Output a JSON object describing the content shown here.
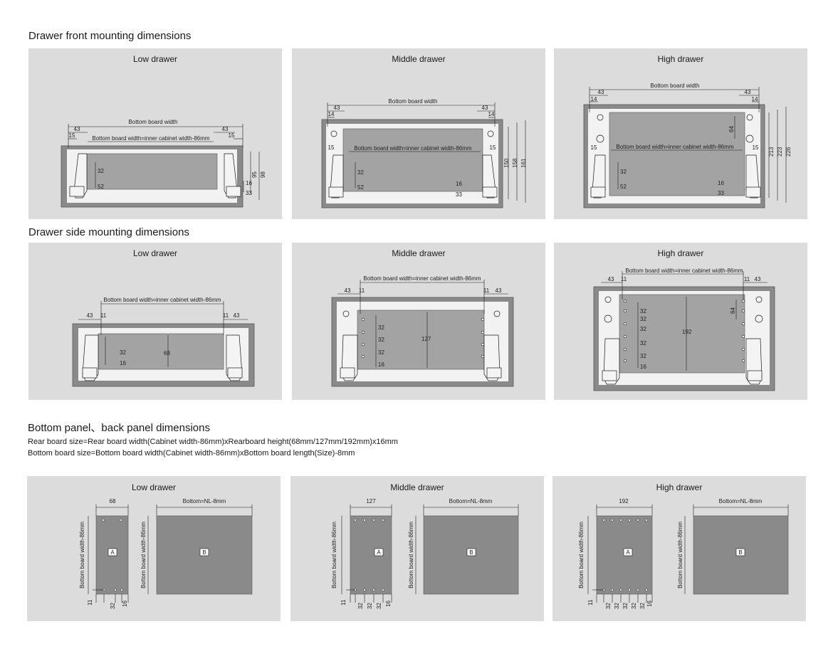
{
  "sections": {
    "front_title": "Drawer front mounting dimensions",
    "side_title": "Drawer side mounting dimensions",
    "bottom_title": "Bottom panel、back panel dimensions",
    "formula_rear": "Rear board size=Rear board width(Cabinet width-86mm)xRearboard height(68mm/127mm/192mm)x16mm",
    "formula_bottom": "Bottom board size=Bottom board width(Cabinet width-86mm)xBottom board length(Size)-8mm"
  },
  "front": {
    "low": {
      "title": "Low drawer",
      "bbw": "Bottom board width",
      "inner": "Bottom board width=inner cabinet width-86mm",
      "d43": "43",
      "d15": "15",
      "d32": "32",
      "d52": "52",
      "d16": "16",
      "d33": "33",
      "d95": "95",
      "d98": "98"
    },
    "mid": {
      "title": "Middle drawer",
      "bbw": "Bottom board width",
      "inner": "Bottom board width=inner cabinet width-86mm",
      "d43": "43",
      "d14": "14",
      "d15": "15",
      "d32": "32",
      "d52": "52",
      "d16": "16",
      "d33": "33",
      "d150": "150",
      "d158": "158",
      "d161": "161"
    },
    "high": {
      "title": "High drawer",
      "bbw": "Bottom board width",
      "inner": "Bottom board width=inner cabinet width-86mm",
      "d43": "43",
      "d14": "14",
      "d15": "15",
      "d64": "64",
      "d32": "32",
      "d52": "52",
      "d16": "16",
      "d33": "33",
      "d213": "213",
      "d223": "223",
      "d226": "226"
    }
  },
  "side": {
    "low": {
      "title": "Low drawer",
      "inner": "Bottom board width=inner cabinet width-86mm",
      "d43": "43",
      "d11": "11",
      "d32": "32",
      "d16": "16",
      "d68": "68"
    },
    "mid": {
      "title": "Middle drawer",
      "inner": "Bottom board width=inner cabinet width-86mm",
      "d43": "43",
      "d11": "11",
      "d32": "32",
      "d16": "16",
      "d127": "127"
    },
    "high": {
      "title": "High drawer",
      "inner": "Bottom board width=inner cabinet width-86mm",
      "d43": "43",
      "d11": "11",
      "d64": "64",
      "d32": "32",
      "d16": "16",
      "d192": "192"
    }
  },
  "panels": {
    "low": {
      "title": "Low drawer",
      "rear_w": "68",
      "bot": "Bottom=NL-8mm",
      "vlabel": "Bottom board width-86mm",
      "a": "A",
      "b": "B",
      "d11": "11",
      "d32": "32",
      "d16": "16"
    },
    "mid": {
      "title": "Middle drawer",
      "rear_w": "127",
      "bot": "Bottom=NL-8mm",
      "vlabel": "Bottom board width-86mm",
      "a": "A",
      "b": "B",
      "d11": "11",
      "d32": "32",
      "d16": "16"
    },
    "high": {
      "title": "High drawer",
      "rear_w": "192",
      "bot": "Bottom=NL-8mm",
      "vlabel": "Bottom board width-86mm",
      "a": "A",
      "b": "B",
      "d11": "11",
      "d32": "32",
      "d16": "16"
    }
  },
  "colors": {
    "panel_bg": "#dcdcdc",
    "cabinet": "#8a8a8a",
    "board": "#a3a3a3",
    "inner": "#f2f2f2",
    "line": "#1a1a1a"
  }
}
